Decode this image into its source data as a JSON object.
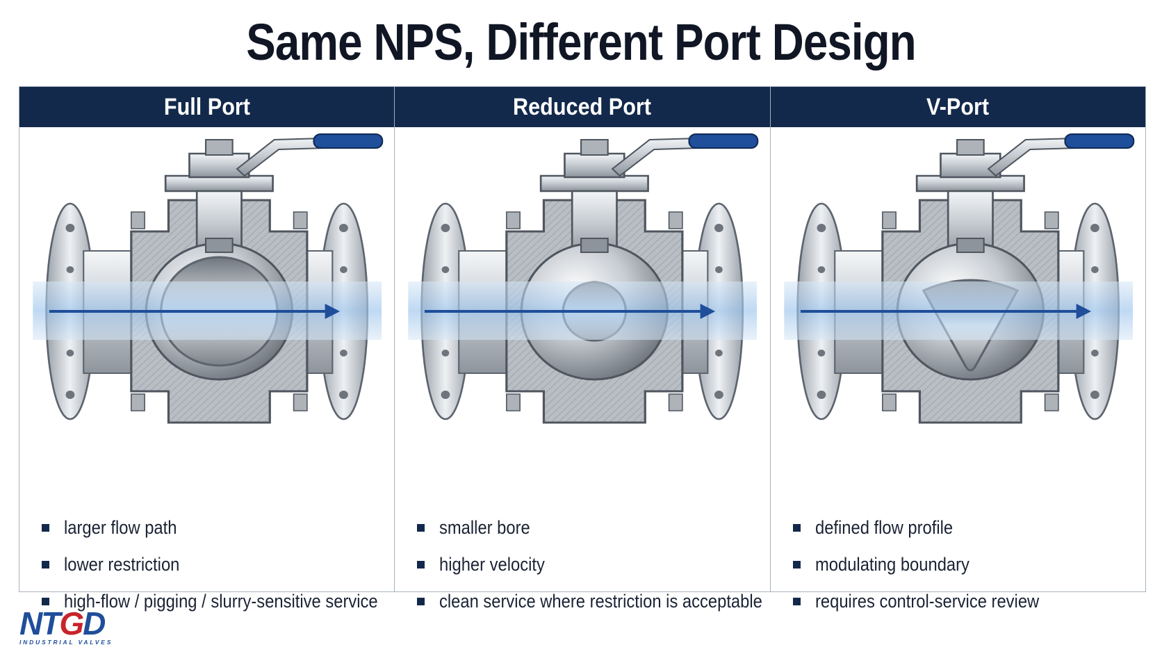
{
  "title": "Same NPS, Different Port Design",
  "colors": {
    "header_bg": "#13294b",
    "flow_arrow": "#1f4e9a",
    "handle_grip": "#1f4e9a",
    "logo_blue": "#1f4e9a",
    "logo_red": "#c8242b"
  },
  "panels": [
    {
      "heading": "Full Port",
      "bore": "full",
      "bullets": [
        "larger flow path",
        "lower restriction",
        "high-flow / pigging / slurry-sensitive service"
      ]
    },
    {
      "heading": "Reduced Port",
      "bore": "reduced",
      "bullets": [
        "smaller bore",
        "higher velocity",
        "clean service where restriction is acceptable"
      ]
    },
    {
      "heading": "V-Port",
      "bore": "v",
      "bullets": [
        "defined flow profile",
        "modulating boundary",
        "requires control-service review"
      ]
    }
  ],
  "logo": {
    "mark_left": "NT",
    "mark_accent": "G",
    "mark_right": "D",
    "subtitle": "INDUSTRIAL VALVES"
  }
}
